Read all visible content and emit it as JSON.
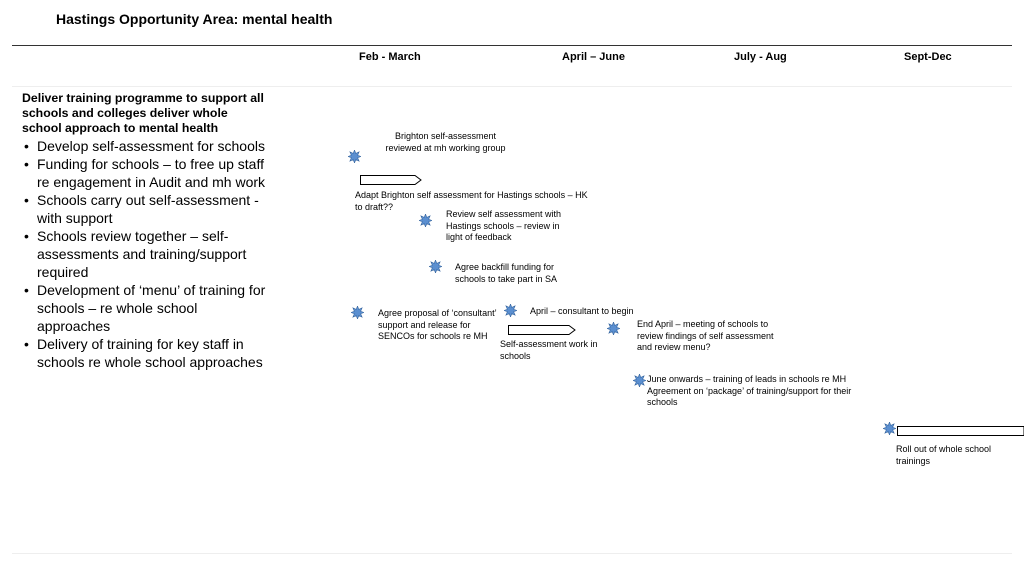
{
  "title": "Hastings Opportunity Area: mental health",
  "columns": [
    "Feb - March",
    "April – June",
    "July - Aug",
    "Sept-Dec"
  ],
  "left_panel": {
    "heading": "Deliver training programme to support all schools and colleges deliver whole school approach to mental health",
    "bullets": [
      "Develop self-assessment for schools",
      "Funding for schools – to free up staff re engagement in Audit and mh work",
      "Schools carry out self-assessment  - with support",
      "Schools review together – self-assessments and training/support required",
      "Development of ‘menu’ of training for schools – re whole school approaches",
      "Delivery of training for key staff in schools re whole school approaches"
    ]
  },
  "notes": {
    "n1": "Brighton self-assessment reviewed at mh working group",
    "n2": "Adapt Brighton self assessment for Hastings schools – HK to draft??",
    "n3": "Review self assessment with Hastings schools – review in light of feedback",
    "n4": "Agree backfill funding for schools to take part in SA",
    "n5": "Agree proposal of ‘consultant’ support and release for SENCOs for schools re MH",
    "n6": "April – consultant to begin",
    "n7": "Self-assessment work in schools",
    "n8": "End April – meeting of schools to review findings of self assessment and review menu?",
    "n9a": "June onwards – training of leads in schools re MH",
    "n9b": "Agreement on ‘package’ of training/support for their schools",
    "n10": "Roll out of whole school trainings"
  },
  "icons": {
    "milestone": "milestone-star-icon",
    "duration": "duration-arrow-icon"
  },
  "colors": {
    "milestone_fill": "#5b8fd0",
    "milestone_stroke": "#2f5f9a"
  }
}
